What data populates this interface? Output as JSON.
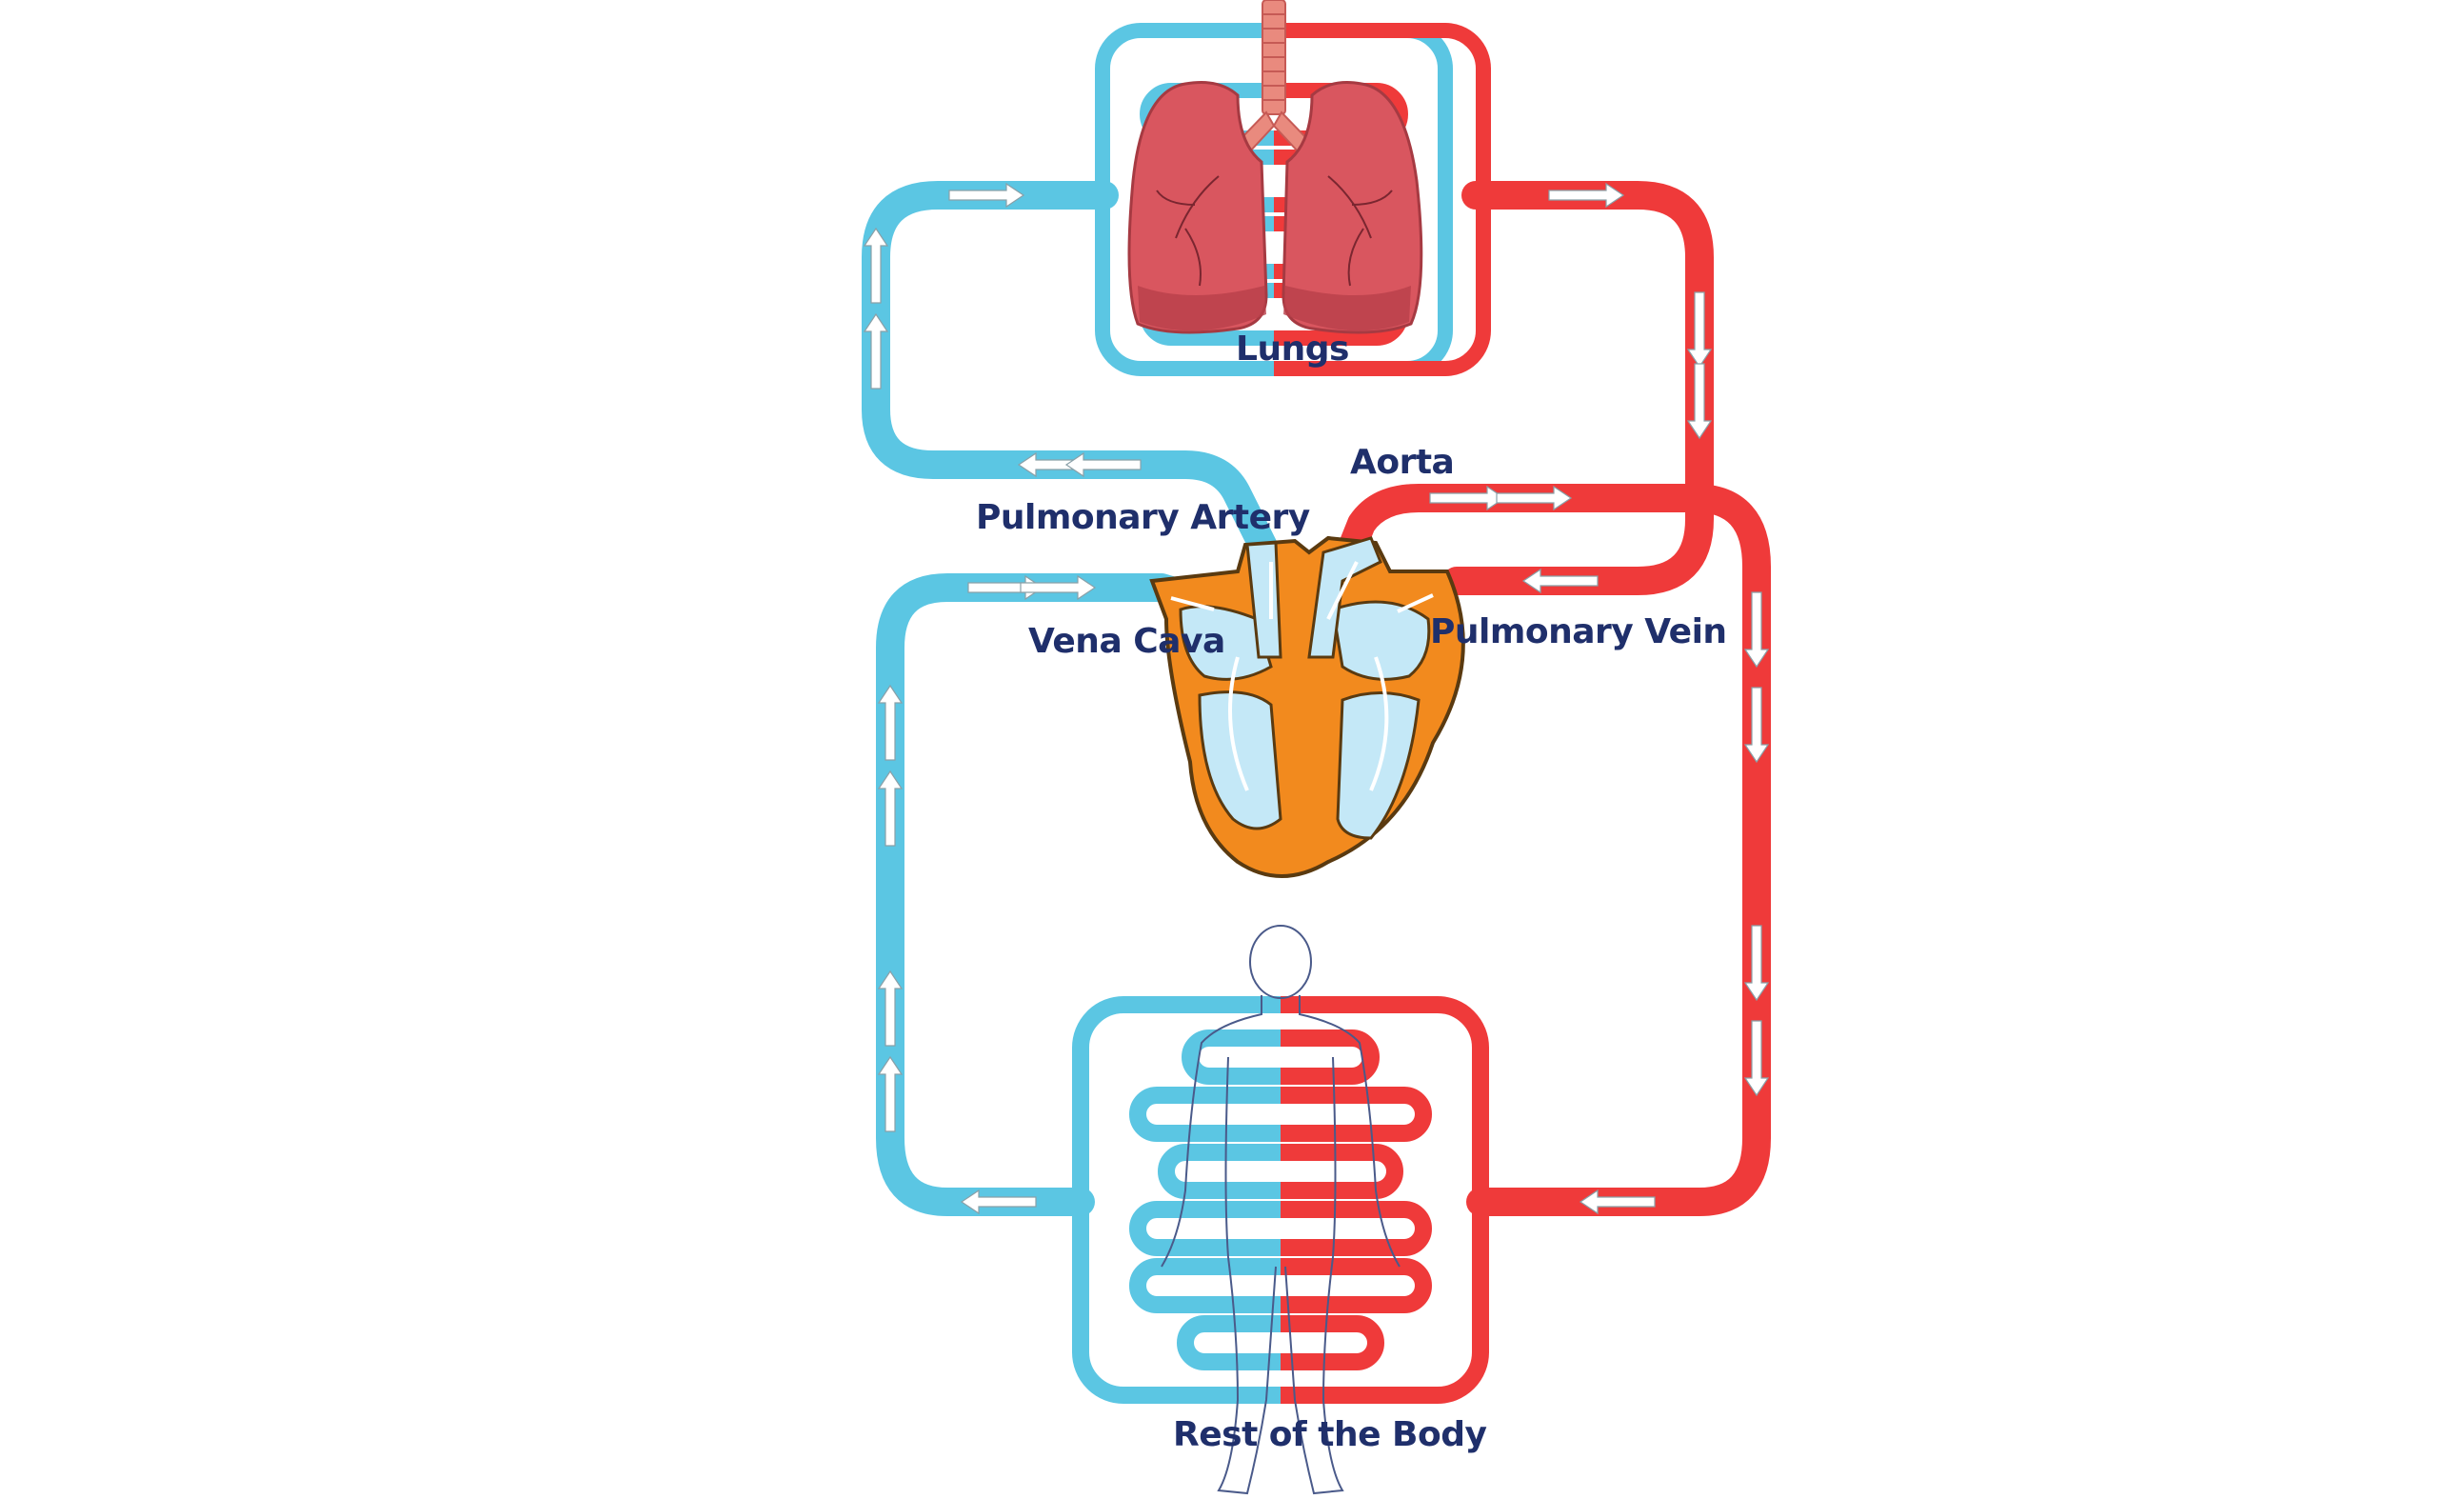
{
  "colors": {
    "deoxygenated": "#5bc6e3",
    "oxygenated": "#ef3a3a",
    "label_text": "#1f2f6b",
    "heart_wall": "#f28a1e",
    "heart_chamber": "#c4e8f7",
    "lung": "#d9565f",
    "arrow": "#ffffff"
  },
  "labels": {
    "lungs": "Lungs",
    "aorta": "Aorta",
    "pulmonary_artery": "Pulmonary Artery",
    "vena_cava": "Vena Cava",
    "pulmonary_vein": "Pulmonary Vein",
    "rest_of_body": "Rest of the Body"
  },
  "icons": [
    "lungs-icon",
    "heart-icon",
    "human-body-outline-icon",
    "flow-arrow-icon"
  ]
}
